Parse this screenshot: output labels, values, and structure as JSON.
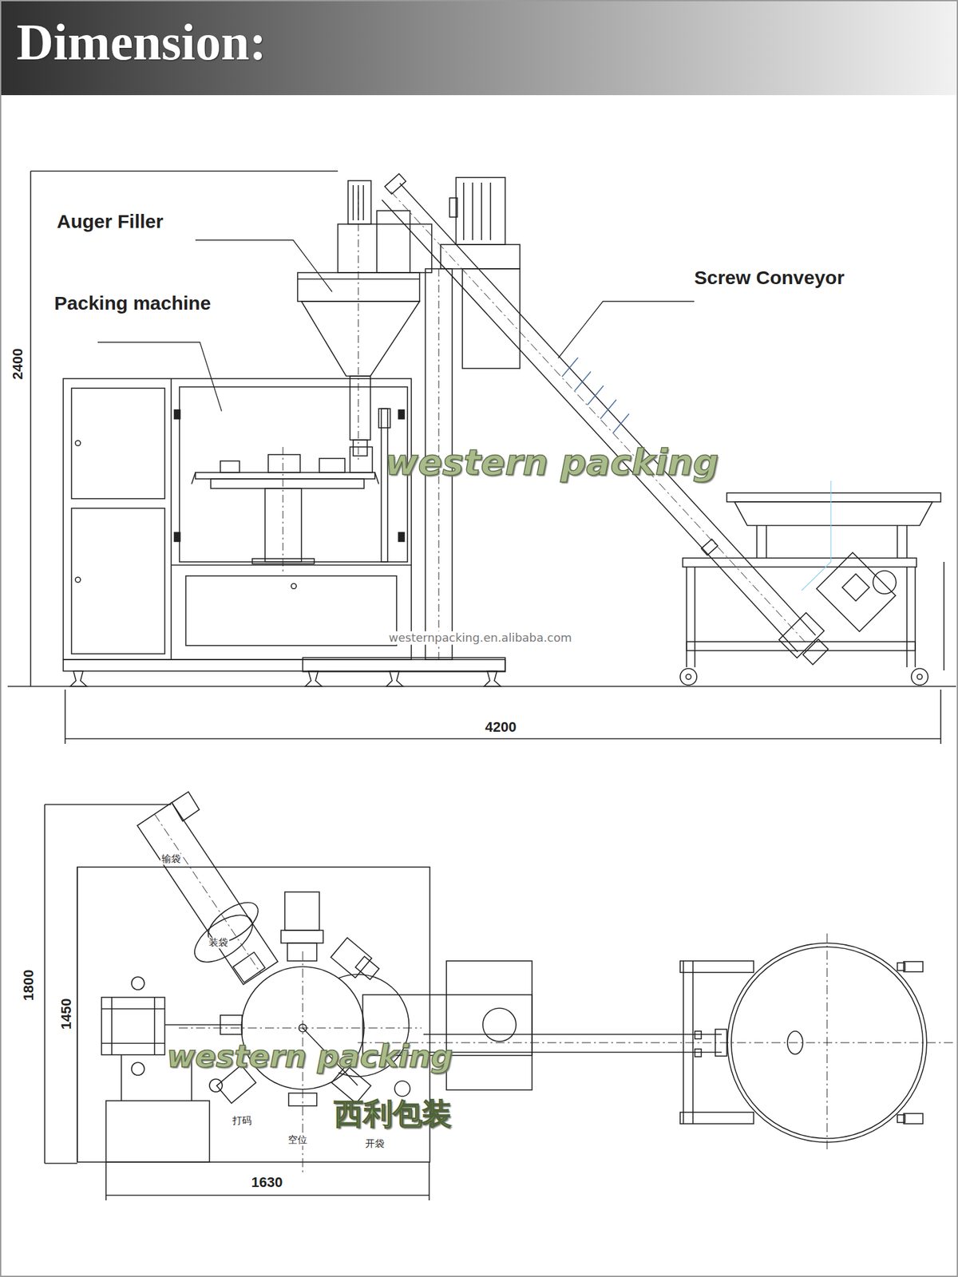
{
  "diagram": {
    "title": "Dimension:",
    "labels": [
      "Auger Filler",
      "Packing machine",
      "Screw Conveyor",
      "2400",
      "4200",
      "western packing",
      "westernpacking.en.alibaba.com",
      "输袋",
      "装袋",
      "1800",
      "1450",
      "打码",
      "空位",
      "开袋",
      "western packing",
      "西利包装",
      "1630"
    ]
  }
}
